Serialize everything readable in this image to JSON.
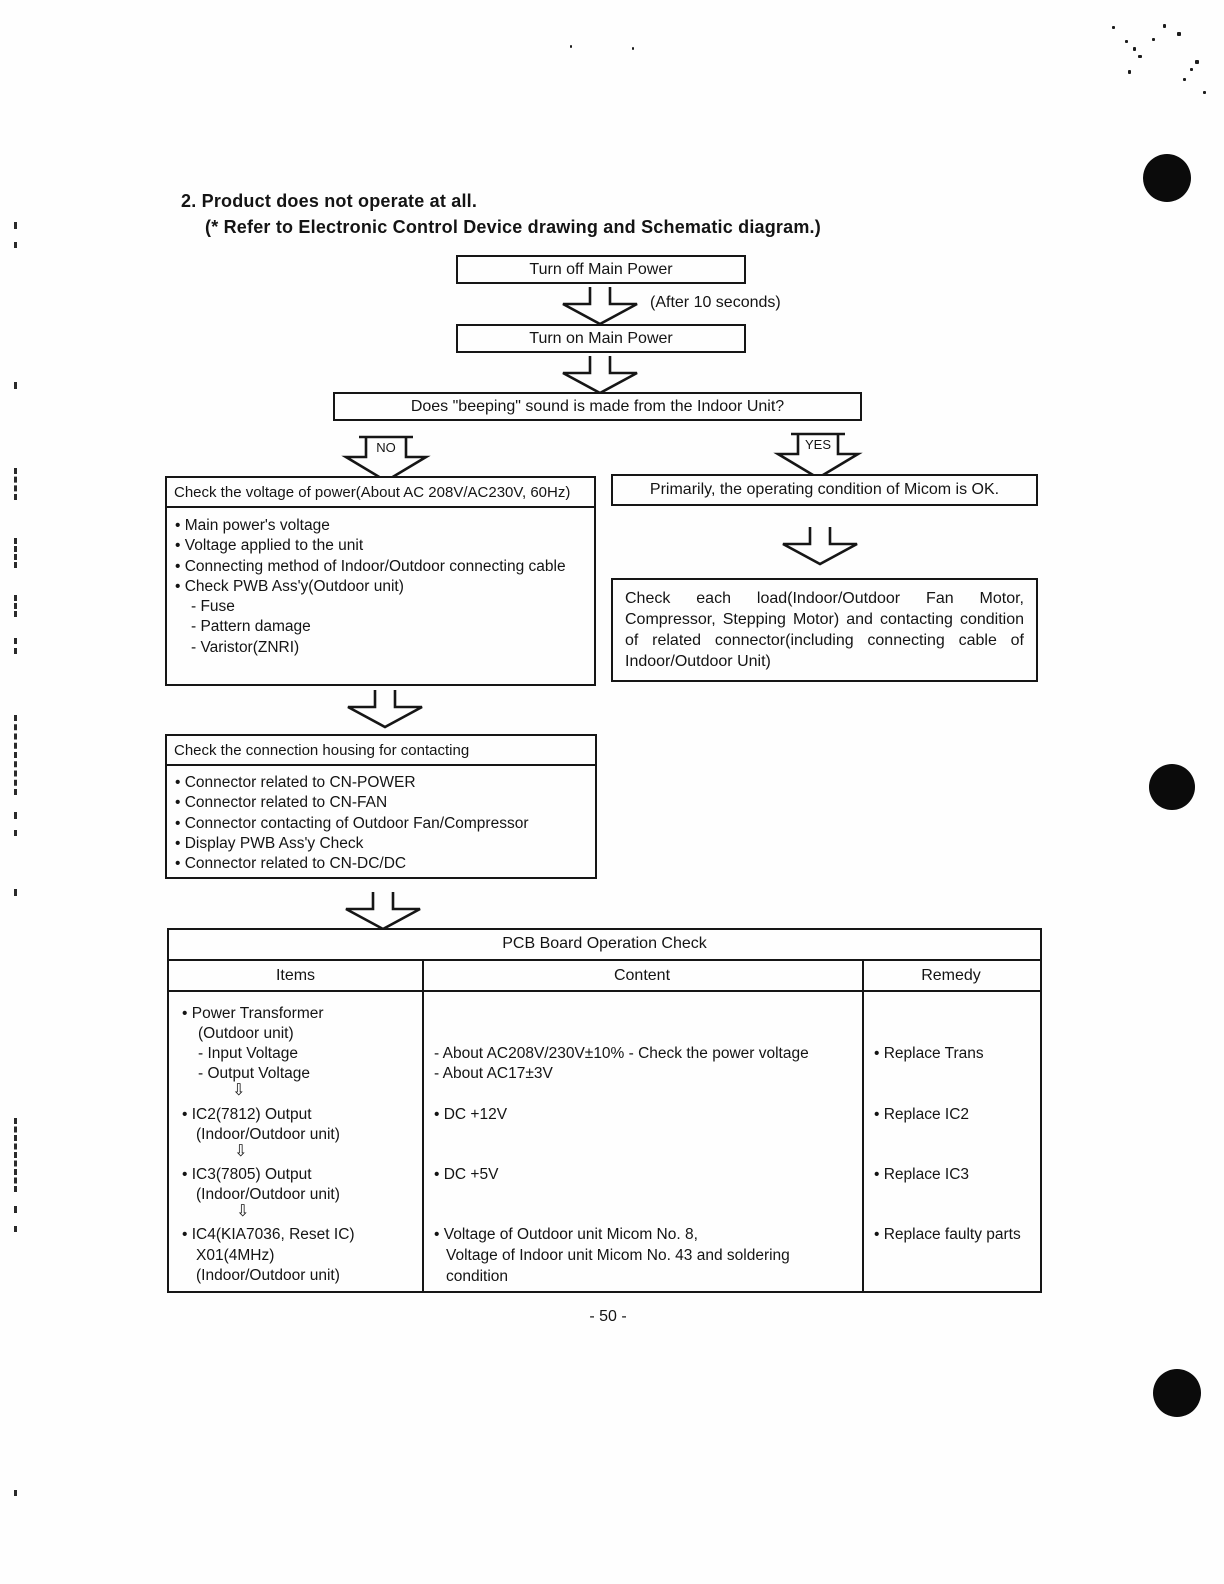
{
  "page": {
    "title": "2. Product does not operate at all.",
    "subtitle": "(* Refer to Electronic Control Device drawing and Schematic diagram.)",
    "page_number": "- 50 -"
  },
  "flowchart": {
    "turn_off_box": "Turn off Main Power",
    "after_delay_label": "(After 10 seconds)",
    "turn_on_box": "Turn on Main Power",
    "question_box": "Does \"beeping\" sound is made from the Indoor Unit?",
    "branch_no": "NO",
    "branch_yes": "YES",
    "check_voltage_box": {
      "title": "Check the voltage of power(About AC 208V/AC230V, 60Hz)",
      "items": [
        "• Main power's voltage",
        "• Voltage applied to the unit",
        "• Connecting method of Indoor/Outdoor connecting cable",
        "• Check PWB Ass'y(Outdoor unit)",
        "- Fuse",
        "- Pattern damage",
        "- Varistor(ZNRI)"
      ]
    },
    "micom_ok_box": "Primarily, the operating condition of Micom is OK.",
    "check_load_box": "Check each load(Indoor/Outdoor Fan Motor, Compressor, Stepping Motor) and contacting condition of related connector(including connecting cable of Indoor/Outdoor Unit)",
    "check_housing_box": {
      "title": "Check the connection housing for contacting",
      "items": [
        "• Connector related to CN-POWER",
        "• Connector related to CN-FAN",
        "• Connector contacting of Outdoor Fan/Compressor",
        "• Display PWB Ass'y Check",
        "• Connector related to CN-DC/DC"
      ]
    }
  },
  "table": {
    "title": "PCB Board Operation Check",
    "headers": [
      "Items",
      "Content",
      "Remedy"
    ],
    "items_column": [
      "• Power Transformer",
      "(Outdoor unit)",
      "- Input Voltage",
      "- Output Voltage",
      "⇩",
      "• IC2(7812) Output",
      "(Indoor/Outdoor unit)",
      "⇩",
      "• IC3(7805) Output",
      "(Indoor/Outdoor unit)",
      "⇩",
      "• IC4(KIA7036, Reset IC)",
      "X01(4MHz)",
      "(Indoor/Outdoor unit)"
    ],
    "content_column": [
      "- About AC208V/230V±10% - Check the power voltage",
      "- About AC17±3V",
      "• DC +12V",
      "• DC +5V",
      "• Voltage of Outdoor unit Micom No. 8,",
      "Voltage of Indoor unit Micom No. 43 and soldering",
      "condition"
    ],
    "remedy_column": [
      "• Replace Trans",
      "• Replace IC2",
      "• Replace IC3",
      "• Replace faulty parts"
    ]
  },
  "colors": {
    "ink": "#161616",
    "paper": "#fefefe",
    "punch_dot": "#0b0b0b"
  }
}
